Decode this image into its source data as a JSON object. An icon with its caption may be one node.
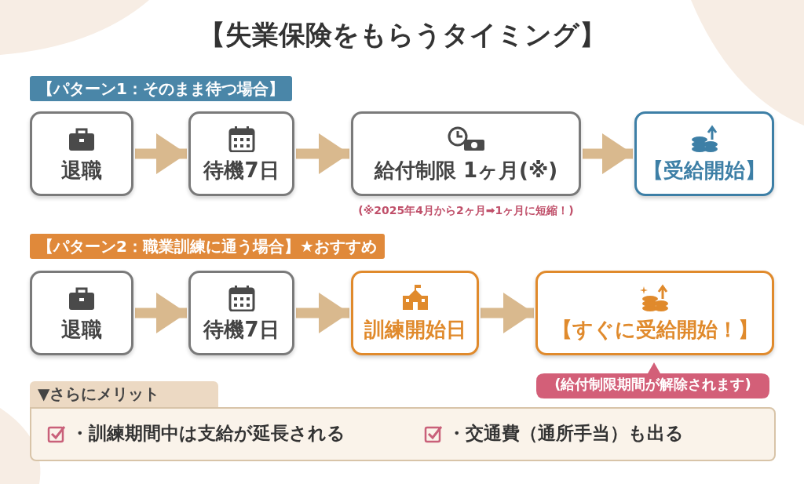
{
  "diagram": {
    "title": "【失業保険をもらうタイミング】",
    "nodes": [
      {
        "text": [
          "【パターン1：そのまま待つ場合】"
        ]
      },
      {
        "text": [
          "退職"
        ]
      },
      {
        "text": [
          "待機7日"
        ]
      },
      {
        "text": [
          "給付制限 1ヶ月(※)"
        ],
        "beside": [
          "(※2025年4月から2ヶ月➡1ヶ月に短縮！)"
        ]
      },
      {
        "text": [
          "【受給開始】"
        ]
      },
      {
        "text": [
          "【パターン2：職業訓練に通う場合】★おすすめ"
        ]
      },
      {
        "text": [
          "退職"
        ]
      },
      {
        "text": [
          "待機7日"
        ]
      },
      {
        "text": [
          "訓練開始日"
        ]
      },
      {
        "text": [
          "【すぐに受給開始！】"
        ]
      },
      {
        "text": [
          "(給付制限期間が解除されます)"
        ]
      },
      {
        "text": [
          "▼さらにメリット",
          "・訓練期間中は支給が延長される",
          "・交通費（通所手当）も出る"
        ]
      }
    ],
    "edges": [
      {
        "from": 1,
        "to": 2,
        "arrow": "to"
      },
      {
        "from": 2,
        "to": 3,
        "arrow": "to"
      },
      {
        "from": 3,
        "to": 4,
        "arrow": "to"
      },
      {
        "from": 6,
        "to": 7,
        "arrow": "to"
      },
      {
        "from": 7,
        "to": 8,
        "arrow": "to"
      },
      {
        "from": 8,
        "to": 9,
        "arrow": "to"
      }
    ]
  }
}
